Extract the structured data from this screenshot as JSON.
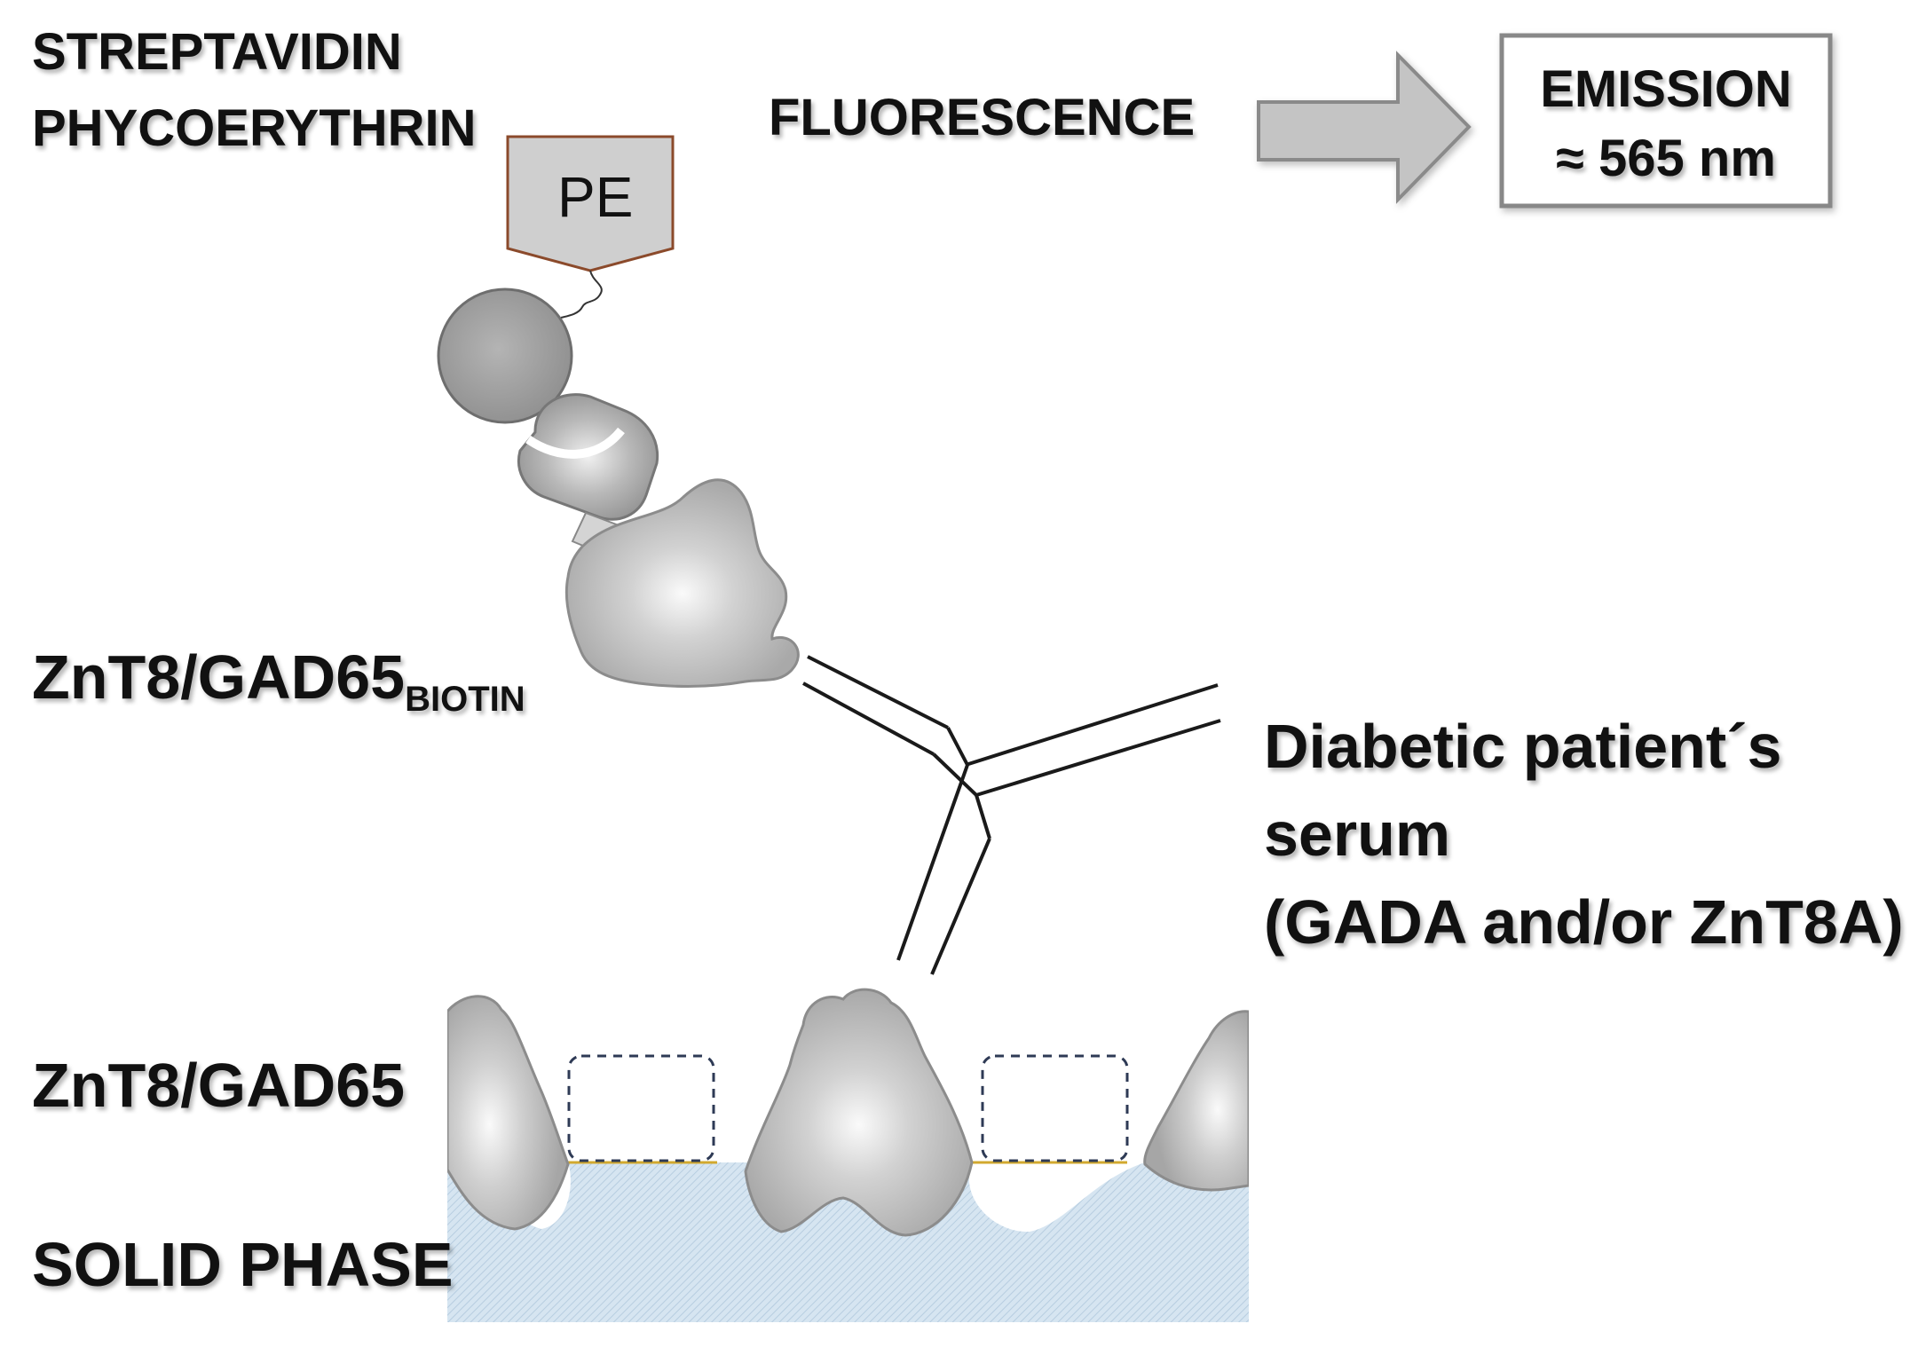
{
  "labels": {
    "streptavidin_line1": "STREPTAVIDIN",
    "streptavidin_line2": "PHYCOERYTHRIN",
    "pe_tag": "PE",
    "fluorescence": "FLUORESCENCE",
    "emission_line1": "EMISSION",
    "emission_line2": "≈ 565 nm",
    "antigen_biotin_main": "ZnT8/GAD65",
    "antigen_biotin_sub": "BIOTIN",
    "serum_line1": "Diabetic patient´s",
    "serum_line2": "serum",
    "serum_line3": "(GADA and/or ZnT8A)",
    "antigen_solid": "ZnT8/GAD65",
    "solid_phase": "SOLID PHASE"
  },
  "colors": {
    "protein_gray": "#b8b8b8",
    "protein_highlight": "#f4f4f4",
    "outline_gray": "#8c8c8c",
    "pe_border": "#8b4a2b",
    "solid_phase_blue": "#c9dcea",
    "arrow_fill": "#c4c4c4",
    "dashed_box": "#2e3a55"
  },
  "icons": {
    "arrow": "right-arrow-icon",
    "pe_label": "pentagon-tag-icon",
    "streptavidin": "sphere-icon",
    "antibody": "y-antibody-icon",
    "antigen": "globular-protein-icon"
  }
}
